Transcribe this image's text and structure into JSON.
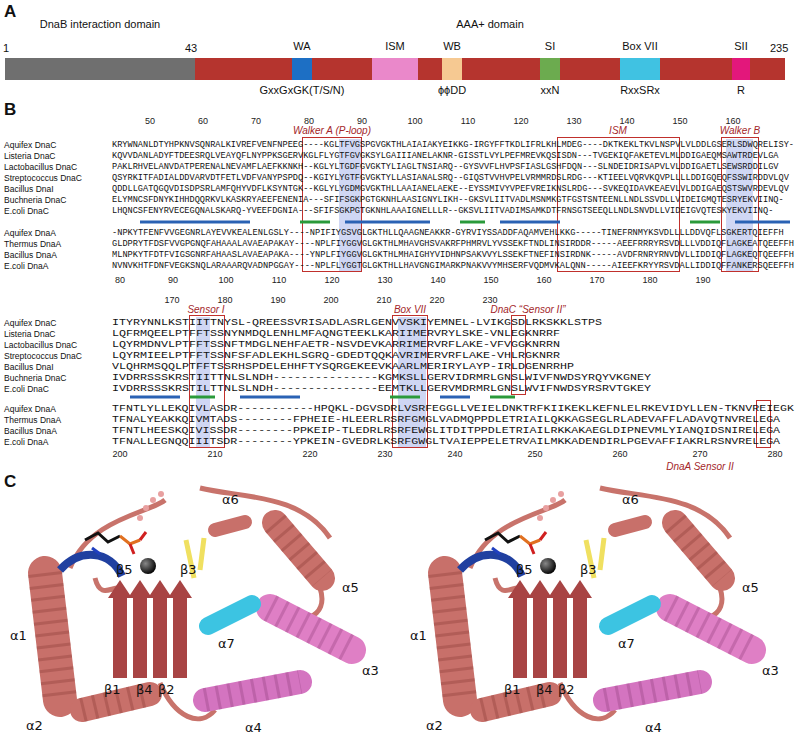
{
  "diagram": {
    "nodes": [
      {
        "text": [
          "DnaB interaction domain"
        ]
      },
      {
        "text": [
          "AAA+ domain"
        ]
      },
      {
        "text": [
          "WA",
          "GxxGxGK(T/S/N)"
        ],
        "in": 1
      },
      {
        "text": [
          "ISM"
        ],
        "in": 1
      },
      {
        "text": [
          "WB",
          "ϕϕDD"
        ],
        "in": 1
      },
      {
        "text": [
          "SI",
          "xxN"
        ],
        "in": 1
      },
      {
        "text": [
          "Box VII",
          "RxxSRx"
        ],
        "in": 1
      },
      {
        "text": [
          "SII",
          "R"
        ],
        "in": 1
      }
    ],
    "labels": [
      "A",
      "1",
      "43",
      "235",
      "B",
      "50",
      "60",
      "70",
      "80",
      "90",
      "100",
      "110",
      "120",
      "130",
      "140",
      "150",
      "160",
      "Walker A (P-loop)",
      "ISM",
      "Walker B",
      "Aquifex DnaC",
      "KRYWNANLDTYHPKNVSQNRALKIVREFVENFNPEEG----KGLTFVGSPGVGKTHLAIAIAKYEIKKG-IRGYFFTKDLIFRLKHLMDEG----DKTKEKLTKVLNSPVLVLDDLGSERLSDWQRELISY-",
      "Listeria DnaC",
      "KQVVDANLADYFTDEESRQLVEAYQFLNYPPKSGERVKGLFLYGTFGVGKSYLGAIIIANELAKNR-GISSTLVYLPEFMREVKQSISDN---TVGEKIQFAKETEVLMLDDIGAEQMSAWTRDEVLGA",
      "Lactobacillus DnaC",
      "PAKLRHVELANVDATPERENALNEVAMFLAEFKKNKH--KGLYLTGDFGVGKTYLIAGLTNSIARQ--GYSVVFLHVPSFIASLGSHFDQN---SLNDEIDRISAPVLVLDDIGAETLSEWSRDDILGV",
      "Streptococcus DnaC",
      "QSYRKITFADIALDDVARVDTFETLVDFVANYPSPDQ--KGIYLYGTFGVGKTYLLASIANALSRQ--GIQSTVVHVPELVRMMRDSLRDG---KTIEELVQRVKQVPLLLLDDIGQEQFSSWIRDDVLQV",
      "Bacillus DnaI",
      "QDDLLGATQGQVDISDPSRLAMFQHYVDFLKSYNTGK--KGLYLYGDMGVGKTHLLAAIANELAEKE--EYSSMIVYVPEFVREIKNSLRDG---SVKEQIDAVKEAEVLVLDDIGAEQSTSWVRDEVLQV",
      "Buchneria DnaC",
      "ELYMNCSFDNYKIHHDQQRKVLKASKRYAEEFENENIA---SFIFSGKPGTGKNHLAASIGNYLIKH--GKSVLIITVADLMSNMKGTFGSTSNTEENLLNDLSSVDLLVIDEIGMQTESRYEKVIINQ-",
      "E.coli DnaC",
      "LHQNCSFENYRVECEGQNALSKARQ-YVEEFDGNIA---SFIFSGKPGTGKNHLAAAIGNELLLR--GKSVLIITVADIMSAMKDTFRNSGTSEEQLLNDLSNVDLLVIDEIGVQTESKYEKVIINQ-",
      "Aquifex DnaA",
      "-NPKYTFENFVVGEGNRLAYEVVKEALENLGSLY----NPIFIYGSVGLGKTHLLQAAGNEAKKR-GYRVIYSSADDFAQAMVEHLKKG-----TINEFRNMYKSVDLLLLDDVQFLSGKERTQIEFFH",
      "Thermus DnaA",
      "GLDPRYTFDSFVVGPGNQFAHAAALAVAEAPAKAY----NPLFIYGGVGLGKTHLMHAVGHSVAKRFPHMRVLYVSSEKFTNDLINSIRDDR-----AEEFRRRYRSVDLLLVDDIQFLAGKEATQEEFFH",
      "Bacillus DnaA",
      "MLNPKYTFDTFVIGSGNRFAHAASLAVAEAPAKA----YNPLFIYGGVGLGKTHLMHAIGHYVIDHNPSAKVVYLSSEKFTNEFINSIRDNK-----AVDFRNRYRNVDVLLIDDIQFLAGKEQTQEEFFH",
      "E.coli DnaA",
      "NVNVKHTFDNFVEGKSNQLARAAARQVADNPGGAY----NPLFLYGGTGLGKTHLLHAVGNGIMARKPNAKVVYMHSERFVQDMVKALQNN-----AIEEFKRYYRSVDALLIDDIQFFANKERSQEEFFH",
      "80",
      "90",
      "100",
      "110",
      "120",
      "130",
      "140",
      "150",
      "160",
      "170",
      "180",
      "190",
      "170",
      "180",
      "190",
      "200",
      "210",
      "220",
      "230",
      "Sensor I",
      "Box VII",
      "DnaC “Sensor II”",
      "Aquifex DnaC",
      "ITYRYNNLKSTIITTNYSL-QREESSVRISADLASRLGENVVSKIYEMNEL-LVIKGSDLRKSKKLSTPS",
      "Listeria DnaC",
      "LQFRMQEELPTFFTSSNYNMDQLENHLMFAQNGTEEKLKARIIMERVRYLSKE-VNLEGKNRRF",
      "Lactobacillus DnaC",
      "LQYRMDNVLPTFFTSSNFTMDGLNEHFAETR-NSVDEVKARRIMERVRFLAKE-VFVGGKNRRN",
      "Streptococcus DnaC",
      "LQYRMIEELPTFFTSSNFSFADLEKHLSGRQ-GDEDTQQKAVRIMERVRFLAKE-VHLRGKNRR",
      "Bacillus DnaI",
      "VLQHRMSQQLPTFFTSSRHSPDELEHHFTYSQRGEKEEVKAARLMERIRYLAYP-IRLDGENRRHP",
      "Buchneria DnaC",
      "IVDRRSSSKRSTIITTNLSLNDH---------------KGMKSLLGERVIDRMRLGNSLWIVFNWDSYRQYVKGNEY",
      "E.coli DnaC",
      "IVDRRSSSKRSTILTTNLSLNDH---------------EEMTKLLGERVMDRMRLGNSLWVIFNWDSYRSRVTGKEY",
      "Aquifex DnaA",
      "TFNTLYLLEKQIVLASDR-----------HPQKL-DGVSDRLVSRFEGGLLVEIELDNKTRFKIIKEKLKEFNLELRKEVIDYLLEN-TKNVREIEGK",
      "Thermus DnaA",
      "TFNALYEAKKQIVMTADS--------FPHEIE-HLEERLRSRFGMGLVADMQPPDLETRIAILQKKAGSEGLRLADEVAFFLADAVQTNVRELEGA",
      "Bacillus DnaA",
      "TFNTLHEESKQIVISSDR--------PPKEIP-TLEDRLRSRFEWGLITDITPPDLETRIAILRKKAKAEGLDIPNEVMLYIANQIDSNIRELEGA",
      "E.coli DnaA",
      "TFNALLEGNQQIIITSDR--------YPKEIN-GVEDRLKSRFGWGLTVAIEPPELETRVAILMKKADENDIRLPGEVAFFIAKRLRSNVRELEGA",
      "200",
      "210",
      "220",
      "230",
      "240",
      "250",
      "260",
      "270",
      "280",
      "DnaA Sensor II",
      "C",
      "α1",
      "α2",
      "α3",
      "α4",
      "α5",
      "α6",
      "α7",
      "β1",
      "β2",
      "β3",
      "β4",
      "β5",
      "α1",
      "α2",
      "α3",
      "α4",
      "α5",
      "α6",
      "α7",
      "β1",
      "β2",
      "β3",
      "β4",
      "β5"
    ]
  }
}
